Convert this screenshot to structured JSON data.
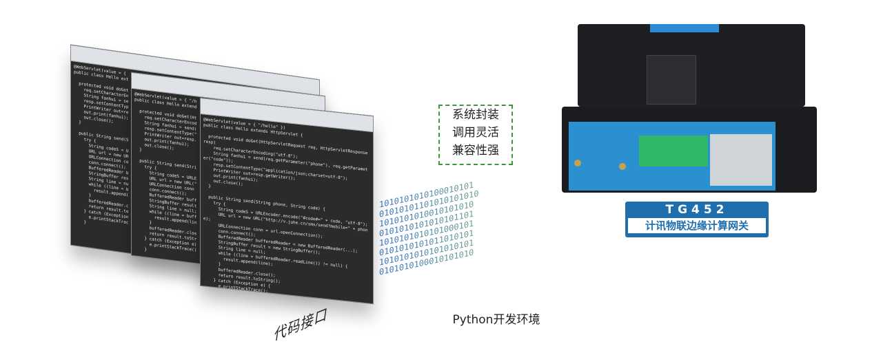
{
  "code_screens": {
    "lines": [
      "@WebServlet(value = { \"/hello\" })",
      "public class Hello extends HttpServlet {",
      "",
      "  protected void doGet(HttpServletRequest req, HttpServletResponse resp)",
      "    req.setCharacterEncoding(\"utf-8\");",
      "    String fanhui = send(req.getParameter(\"phone\"), req.getParameter(\"code\"));",
      "    resp.setContentType(\"application/json;charset=utf-8\");",
      "    PrintWriter out=resp.getWriter();",
      "    out.print(fanhui);",
      "    out.close();",
      "  }",
      "",
      "  public String send(String phone, String code) {",
      "    try {",
      "      String codeS = URLEncoder.encode(\"#code#=\" + code, \"utf-8\");",
      "      URL url = new URL(\"http://v.juhe.cn/sms/send?mobile=\" + phone);",
      "      URLConnection conn = url.openConnection();",
      "      conn.connect();",
      "      BufferedReader bufferedReader = new BufferedReader(...);",
      "      StringBuffer result = new StringBuffer();",
      "      String line = null;",
      "      while ((line = bufferedReader.readLine()) != null) {",
      "        result.append(line);",
      "      }",
      "      bufferedReader.close();",
      "      return result.toString();",
      "    } catch (Exception e) {",
      "      e.printStackTrace();",
      "    }"
    ]
  },
  "code_label": "代码接口",
  "binary_stream": "1010101010100010101\n01010101101010101010\n1010101010010101010\n0101010101010101101\n1010101010101000101\n0101010101011010101\n1010101010101010101\n0101010100010101010",
  "features": [
    "系统封装",
    "调用灵活",
    "兼容性强"
  ],
  "device": {
    "model": "TG452",
    "description": "计讯物联边缘计算网关"
  },
  "caption": "Python开发环境",
  "colors": {
    "accent_blue": "#1f6fae",
    "feature_border": "#3a9a3a",
    "terminal_green": "#2fb86a"
  }
}
